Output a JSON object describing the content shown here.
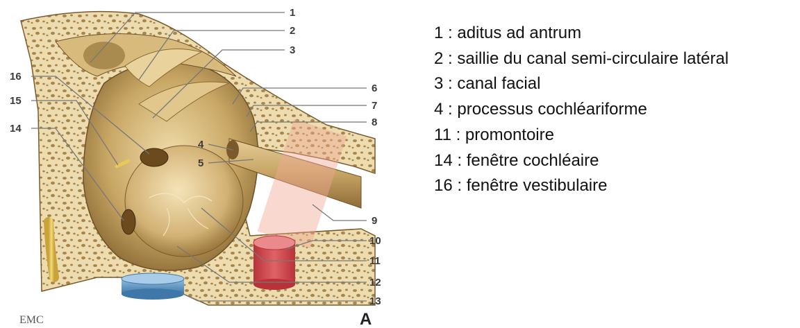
{
  "figure": {
    "callout_numbers": [
      "1",
      "2",
      "3",
      "4",
      "5",
      "6",
      "7",
      "8",
      "9",
      "10",
      "11",
      "12",
      "13",
      "14",
      "15",
      "16"
    ],
    "panel_letter": "A",
    "publisher_mark": "EMC",
    "colors": {
      "bone_fill": "#e9d7a8",
      "bone_pore": "#b4914f",
      "cavity": "#c9a866",
      "cavity_dark": "#8a6a34",
      "artery": "#d8474a",
      "vein": "#5a94c4",
      "nerve": "#e8c85a",
      "muscle_band": "#efb7a4"
    }
  },
  "legend": [
    "1 : aditus ad antrum",
    "2 : saillie du canal semi-circulaire latéral",
    "3 : canal facial",
    "4 : processus cochléariforme",
    "11 : promontoire",
    "14 : fenêtre cochléaire",
    "16 : fenêtre vestibulaire"
  ]
}
